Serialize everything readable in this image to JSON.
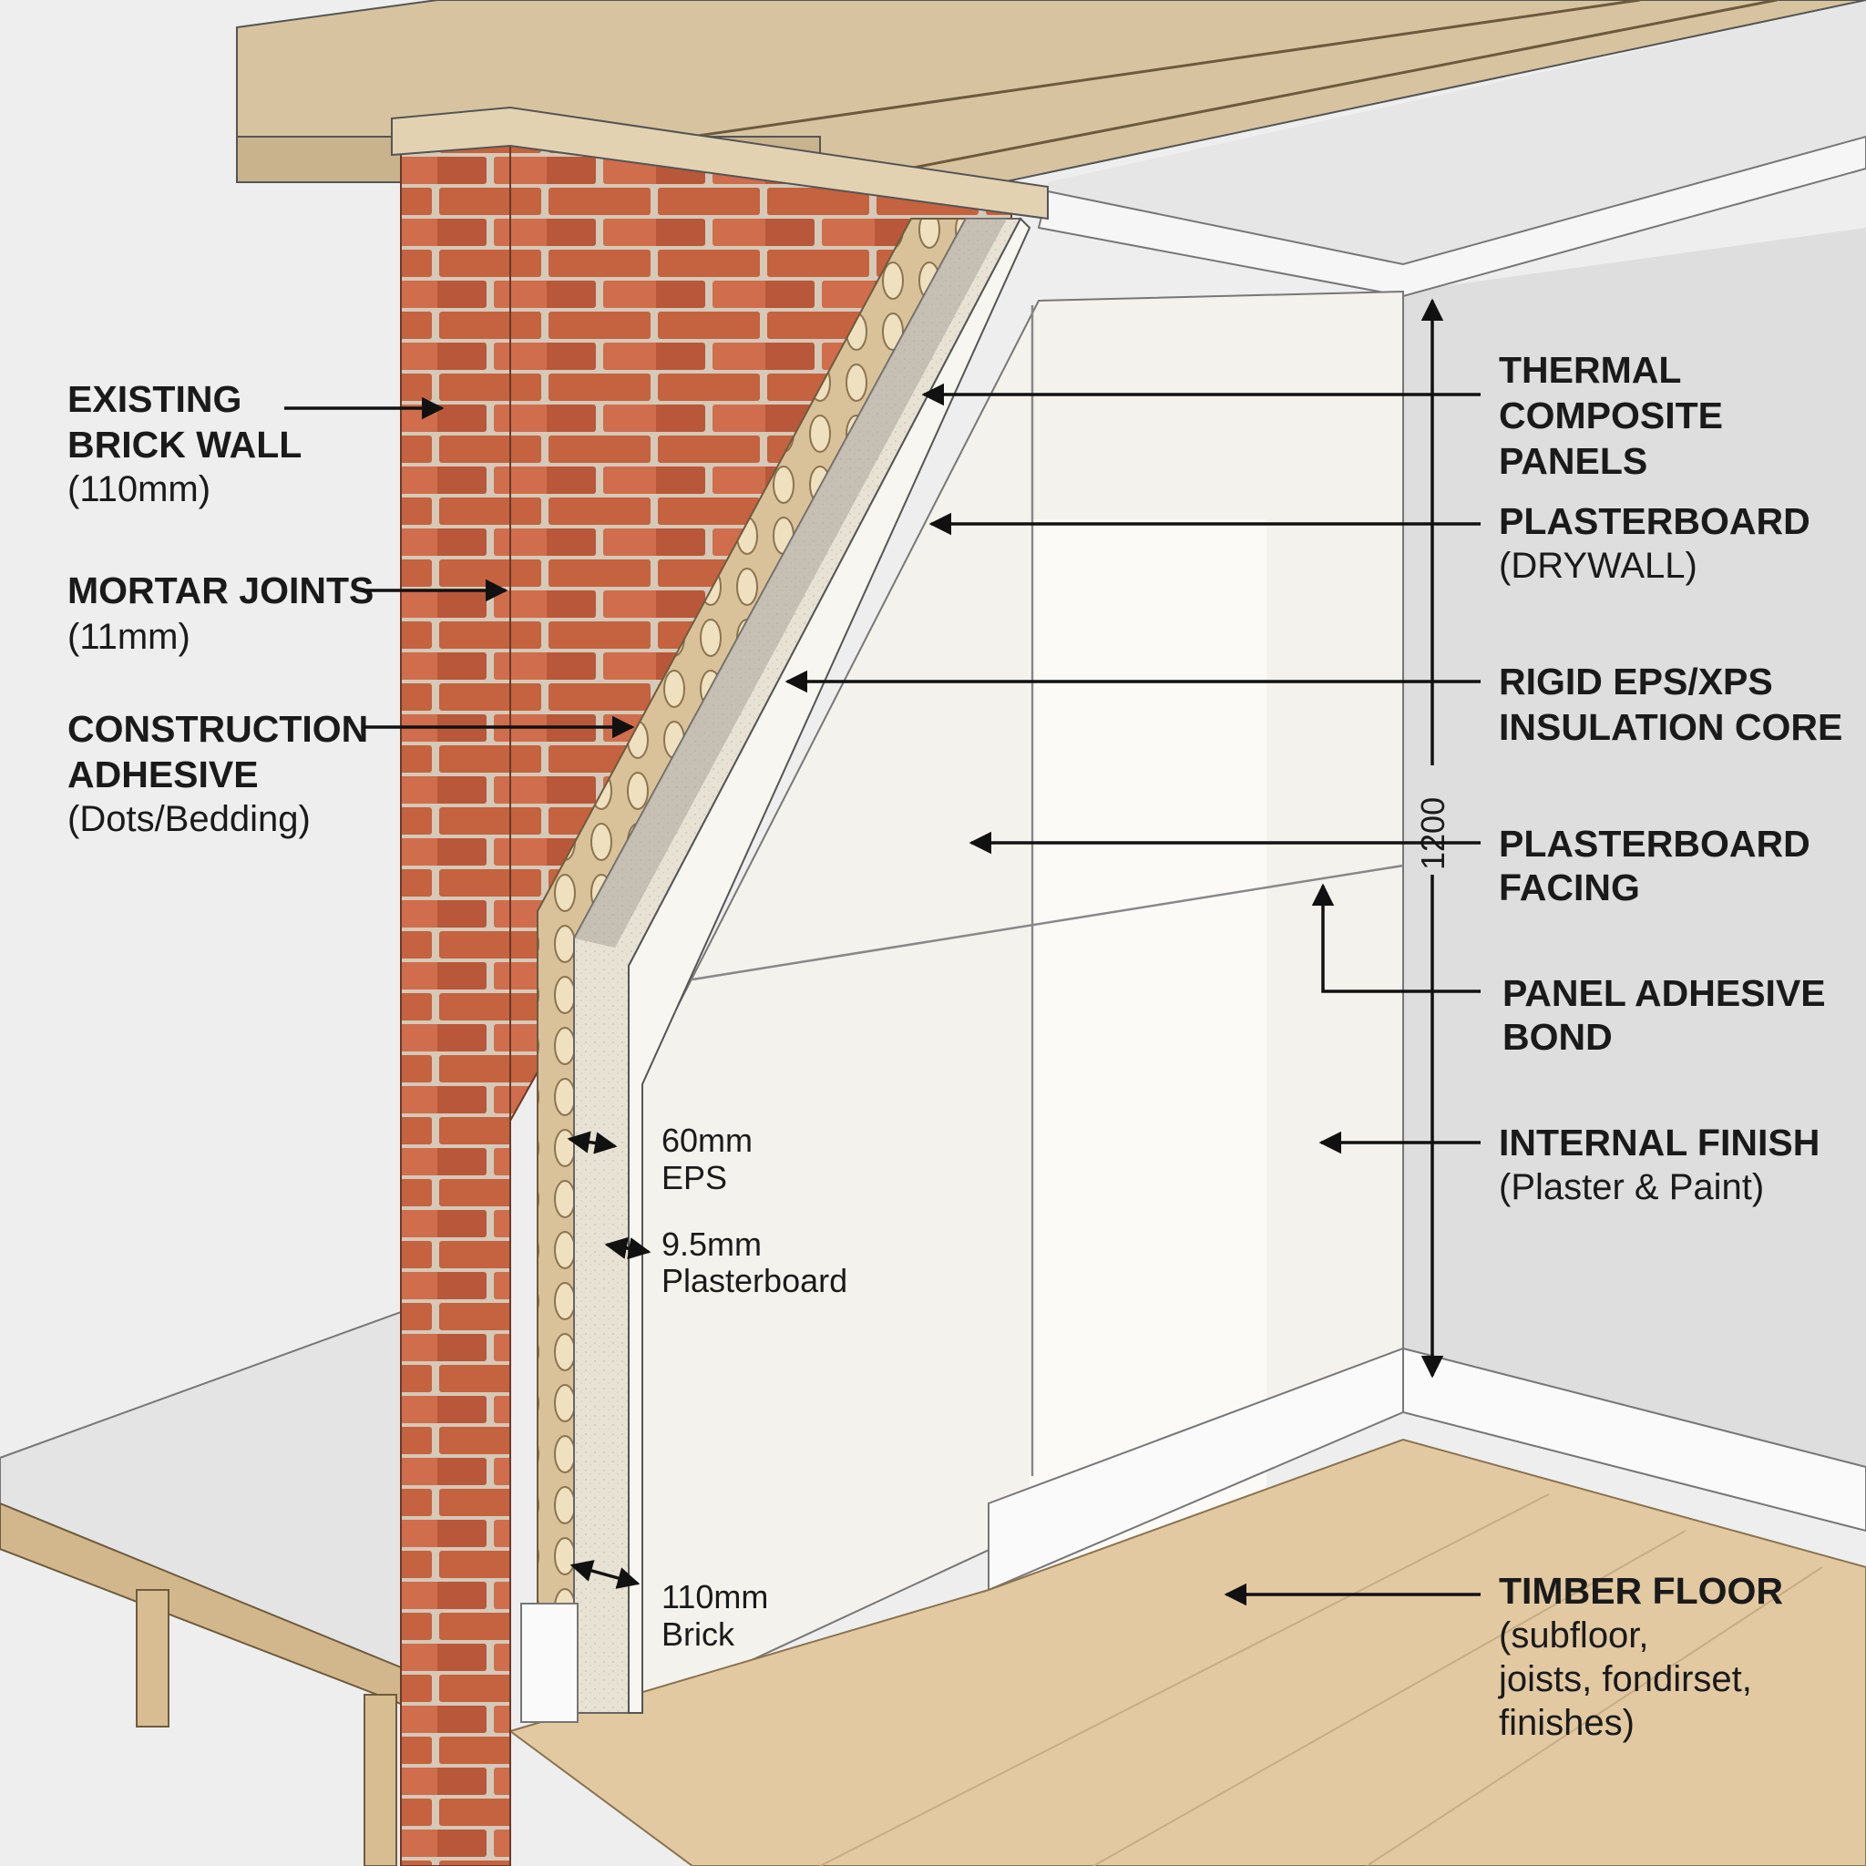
{
  "labels_left": {
    "brick_wall": {
      "line1": "EXISTING",
      "line2": "BRICK WALL",
      "sub": "(110mm)"
    },
    "mortar": {
      "line1": "MORTAR JOINTS",
      "sub": "(11mm)"
    },
    "adhesive": {
      "line1": "CONSTRUCTION",
      "line2": "ADHESIVE",
      "sub": "(Dots/Bedding)"
    }
  },
  "labels_right": {
    "thermal": {
      "line1": "THERMAL",
      "line2": "COMPOSITE",
      "line3": "PANELS"
    },
    "plasterboard": {
      "line1": "PLASTERBOARD",
      "sub": "(DRYWALL)"
    },
    "core": {
      "line1": "RIGID EPS/XPS",
      "line2": "INSULATION CORE"
    },
    "facing": {
      "line1": "PLASTERBOARD",
      "line2": "FACING"
    },
    "bond": {
      "line1": "PANEL ADHESIVE",
      "line2": "BOND"
    },
    "finish": {
      "line1": "INTERNAL FINISH",
      "sub": "(Plaster & Paint)"
    },
    "floor": {
      "line1": "TIMBER FLOOR",
      "sub1": "(subfloor,",
      "sub2": "joists, fondirset,",
      "sub3": "finishes)"
    }
  },
  "dimensions": {
    "eps": {
      "line1": "60mm",
      "line2": "EPS"
    },
    "plasterboard": {
      "line1": "9.5mm",
      "line2": "Plasterboard"
    },
    "brick": {
      "line1": "110mm",
      "line2": "Brick"
    },
    "height": "1200"
  },
  "colors": {
    "brick": "#c8684a",
    "mortar": "#d9cfc0",
    "timber": "#e2c9a2",
    "insulation": "#ece6da",
    "plasterboard_face": "#f4f2ec",
    "wall": "#dcdcdc"
  }
}
